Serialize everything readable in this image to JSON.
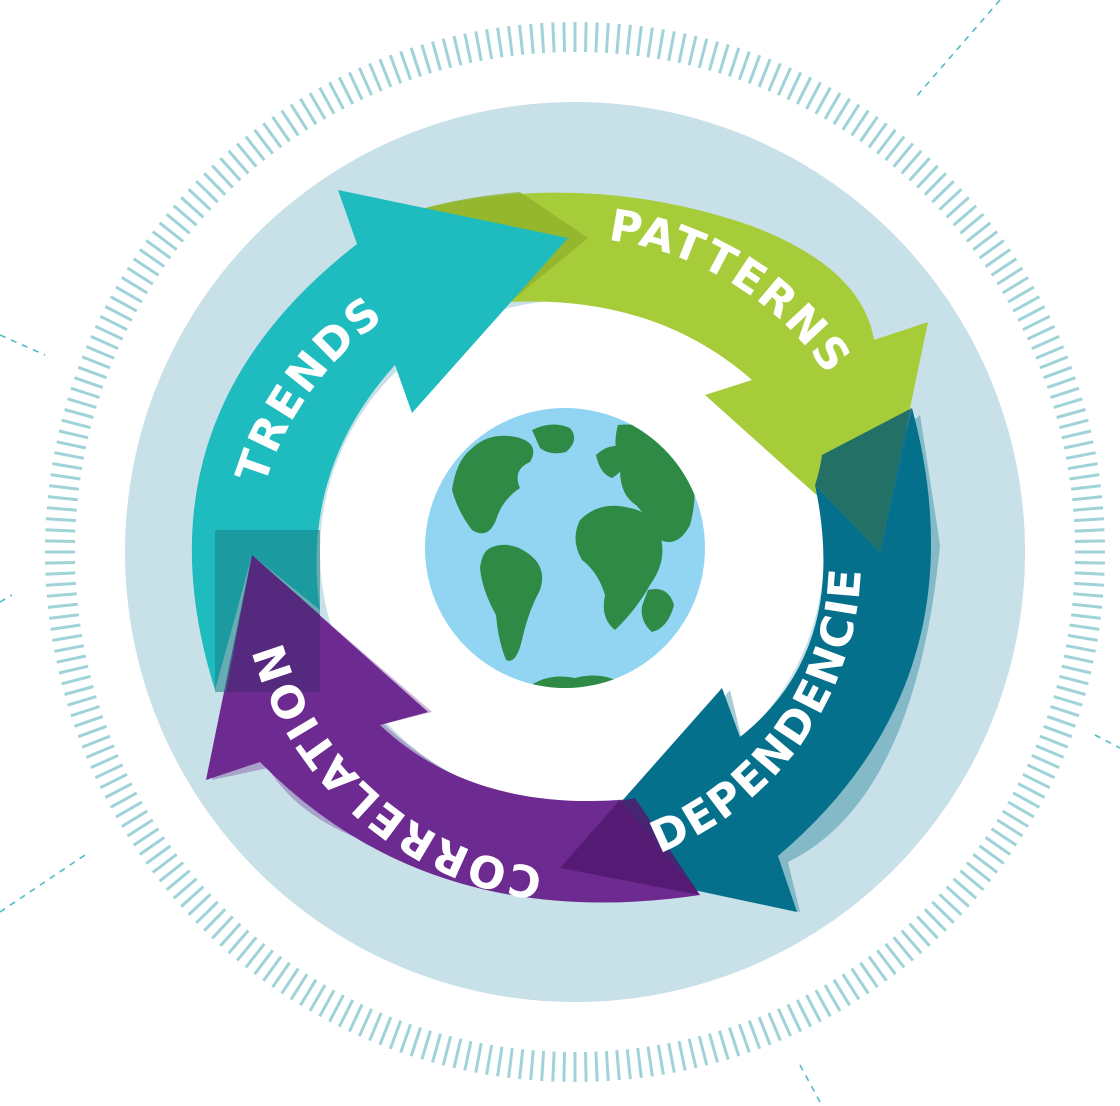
{
  "diagram": {
    "labels": {
      "patterns": "PATTERNS",
      "dependencies": "DEPENDENCIES",
      "correlations": "CORRELATIONS",
      "trends": "TRENDS"
    },
    "colors": {
      "background": "#ffffff",
      "halo": "#c8e0e8",
      "tick_ring": "#9fd3d8",
      "dashed_lines": "#4fbcc4",
      "patterns": "#a6cc3a",
      "dependencies": "#05708c",
      "correlations": "#6d2a91",
      "trends": "#1fbcbf",
      "ocean": "#92d5f3",
      "land": "#2e8a44"
    },
    "center_icon": "globe-icon"
  }
}
